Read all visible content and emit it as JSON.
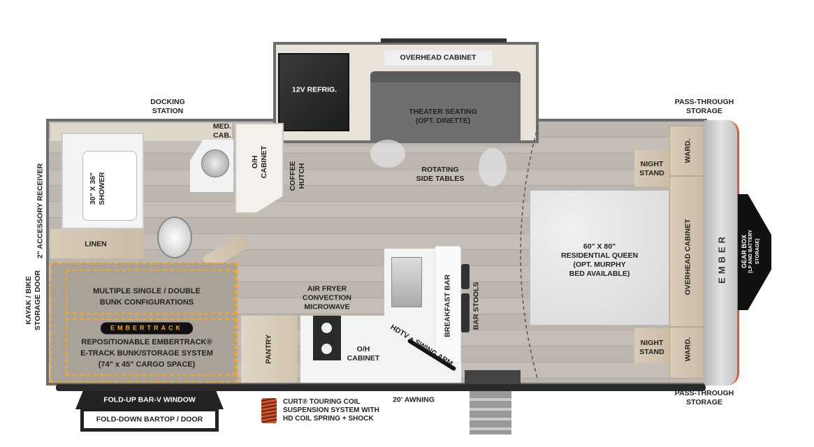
{
  "labels": {
    "docking_station": [
      "DOCKING",
      "STATION"
    ],
    "accessory_receiver": "2\" ACCESSORY RECEIVER",
    "kayak_door": [
      "KAYAK / BIKE",
      "STORAGE DOOR"
    ],
    "refrigerator": "12V REFRIG.",
    "overhead_cabinet_top": "OVERHEAD CABINET",
    "theater_seating": [
      "THEATER SEATING",
      "(OPT. DINETTE)"
    ],
    "rotating_tables": [
      "ROTATING",
      "SIDE TABLES"
    ],
    "med_cab": [
      "MED.",
      "CAB."
    ],
    "oh_cabinet_bath": [
      "O/H",
      "CABINET"
    ],
    "coffee_hutch": [
      "COFFEE",
      "HUTCH"
    ],
    "shower": [
      "30\" X 36\"",
      "SHOWER"
    ],
    "linen": "LINEN",
    "bunk": [
      "MULTIPLE SINGLE / DOUBLE",
      "BUNK CONFIGURATIONS"
    ],
    "embertrack_badge": "EMBERTRACK",
    "embertrack_desc": [
      "REPOSITIONABLE EMBERTRACK®",
      "E-TRACK BUNK/STORAGE SYSTEM",
      "(74\" x 45\" CARGO SPACE)"
    ],
    "pantry": "PANTRY",
    "microwave": [
      "AIR FRYER",
      "CONVECTION",
      "MICROWAVE"
    ],
    "oh_cabinet_kitchen": [
      "O/H",
      "CABINET"
    ],
    "breakfast_bar": "BREAKFAST BAR",
    "bar_stools": "BAR STOOLS",
    "hdtv": "HDTV + SWING ARM",
    "bed": [
      "60\" X 80\"",
      "RESIDENTIAL QUEEN",
      "(OPT. MURPHY",
      "BED AVAILABLE)"
    ],
    "night_stand": [
      "NIGHT",
      "STAND"
    ],
    "ward": "WARD.",
    "overhead_cabinet_front": "OVERHEAD CABINET",
    "gear_box": [
      "GEAR BOX",
      "(LP AND BATTERY",
      "STORAGE)"
    ],
    "pass_through": [
      "PASS-THROUGH",
      "STORAGE"
    ],
    "fold_up_window": "FOLD-UP BAR-V WINDOW",
    "fold_down_bartop": "FOLD-DOWN BARTOP / DOOR",
    "suspension": [
      "CURT® TOURING COIL",
      "SUSPENSION SYSTEM WITH",
      "HD COIL SPRING + SHOCK"
    ],
    "awning": "20' AWNING",
    "logo": "EMBER"
  },
  "colors": {
    "accent_orange": "#f5a623",
    "wall": "#6e6e6e",
    "coil": "#d9532a"
  }
}
